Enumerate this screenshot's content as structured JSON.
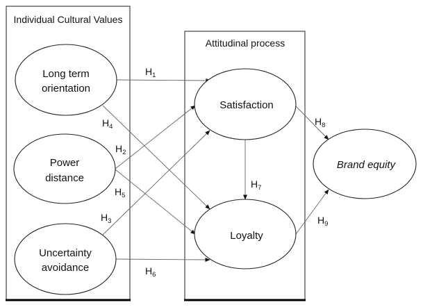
{
  "diagram": {
    "groups": [
      {
        "id": "cultural",
        "title": "Individual Cultural Values"
      },
      {
        "id": "attitudinal",
        "title": "Attitudinal process"
      }
    ],
    "nodes": [
      {
        "id": "lto",
        "group": "cultural",
        "lines": [
          "Long term",
          "orientation"
        ],
        "italic": false
      },
      {
        "id": "pd",
        "group": "cultural",
        "lines": [
          "Power",
          "distance"
        ],
        "italic": false
      },
      {
        "id": "ua",
        "group": "cultural",
        "lines": [
          "Uncertainty",
          "avoidance"
        ],
        "italic": false
      },
      {
        "id": "sat",
        "group": "attitudinal",
        "lines": [
          "Satisfaction"
        ],
        "italic": false
      },
      {
        "id": "loy",
        "group": "attitudinal",
        "lines": [
          "Loyalty"
        ],
        "italic": false
      },
      {
        "id": "be",
        "group": null,
        "lines": [
          "Brand equity"
        ],
        "italic": true
      }
    ],
    "edges": [
      {
        "from": "lto",
        "to": "sat",
        "label": "H",
        "sub": "1"
      },
      {
        "from": "pd",
        "to": "sat",
        "label": "H",
        "sub": "2"
      },
      {
        "from": "ua",
        "to": "sat",
        "label": "H",
        "sub": "3"
      },
      {
        "from": "lto",
        "to": "loy",
        "label": "H",
        "sub": "4"
      },
      {
        "from": "pd",
        "to": "loy",
        "label": "H",
        "sub": "5"
      },
      {
        "from": "ua",
        "to": "loy",
        "label": "H",
        "sub": "6"
      },
      {
        "from": "sat",
        "to": "loy",
        "label": "H",
        "sub": "7"
      },
      {
        "from": "sat",
        "to": "be",
        "label": "H",
        "sub": "8"
      },
      {
        "from": "loy",
        "to": "be",
        "label": "H",
        "sub": "9"
      }
    ]
  }
}
